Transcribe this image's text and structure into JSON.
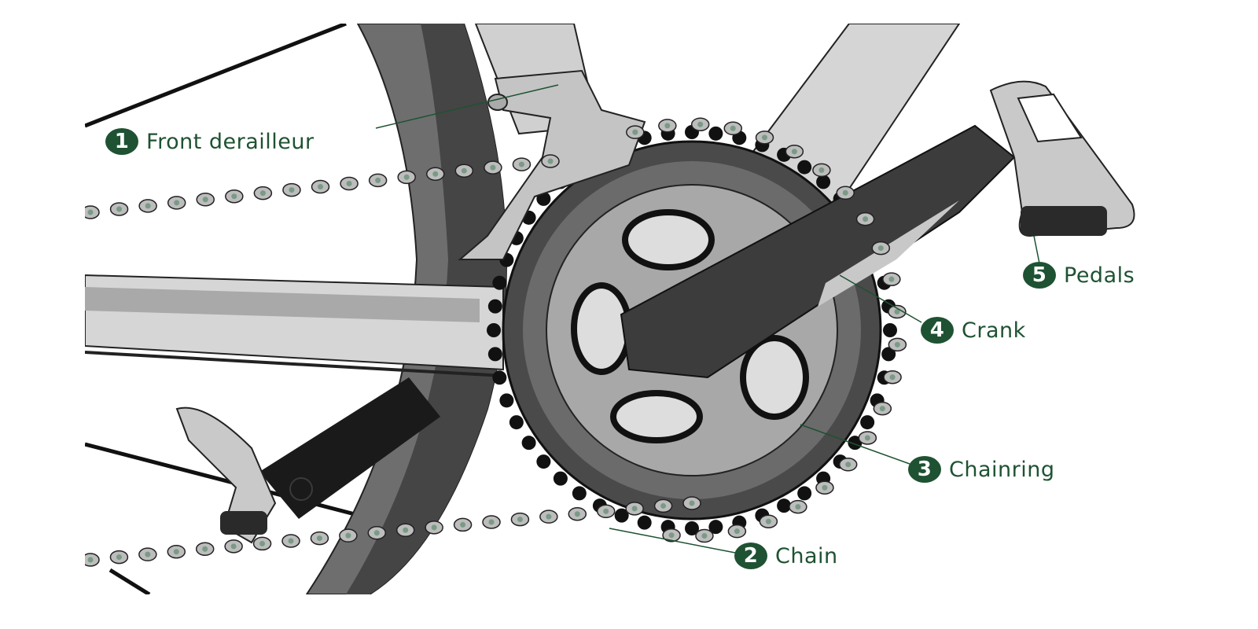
{
  "title": "Bicycle drivetrain parts",
  "accent_color": "#1e5232",
  "labels": [
    {
      "number": "1",
      "text": "Front derailleur"
    },
    {
      "number": "2",
      "text": "Chain"
    },
    {
      "number": "3",
      "text": "Chainring"
    },
    {
      "number": "4",
      "text": "Crank"
    },
    {
      "number": "5",
      "text": "Pedals"
    }
  ]
}
